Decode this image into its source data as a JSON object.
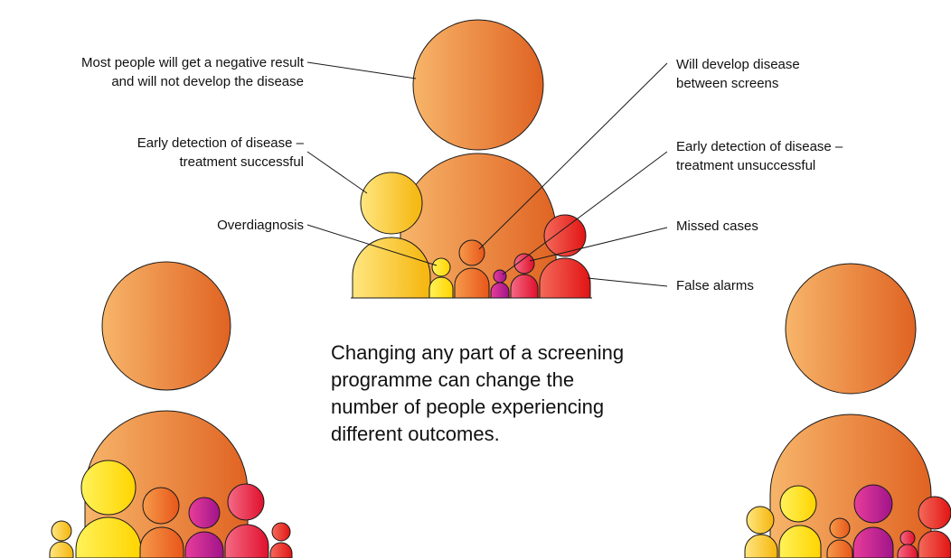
{
  "diagram": {
    "center_text": [
      "Changing any part of a screening",
      "programme can change the",
      "number of people experiencing",
      "different outcomes."
    ],
    "labels": {
      "negative_result": [
        "Most people will get a negative result",
        "and will not develop the disease"
      ],
      "early_success": [
        "Early detection of disease –",
        "treatment successful"
      ],
      "overdiagnosis": [
        "Overdiagnosis"
      ],
      "interval": [
        "Will develop disease",
        "between screens"
      ],
      "early_unsuccessful": [
        "Early detection of disease –",
        "treatment unsuccessful"
      ],
      "missed": [
        "Missed cases"
      ],
      "false_alarms": [
        "False alarms"
      ]
    },
    "colors": {
      "grey_orange": [
        "#f7b56a",
        "#e06322"
      ],
      "yellow": [
        "#ffe680",
        "#f5b50c"
      ],
      "bright_yellow": [
        "#fff25a",
        "#ffd400"
      ],
      "orange": [
        "#f59a4a",
        "#e8561a"
      ],
      "purple": [
        "#e83d9a",
        "#a0148a"
      ],
      "pink_red": [
        "#f46a86",
        "#e0102c"
      ],
      "red": [
        "#f46a5a",
        "#e11414"
      ],
      "outline": "#1a1a1a"
    }
  }
}
